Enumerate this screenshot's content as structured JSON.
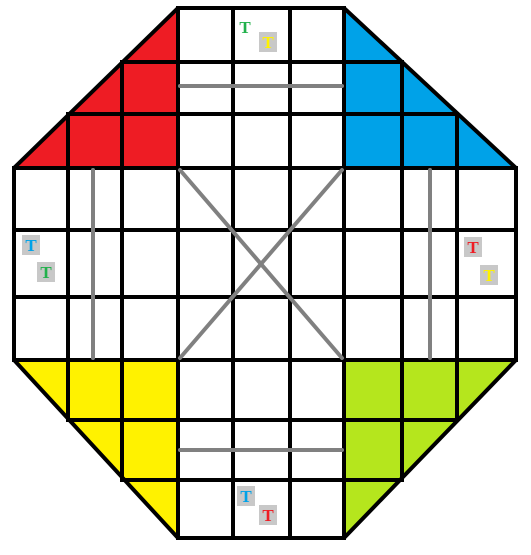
{
  "board": {
    "background": "#ffffff",
    "line_color": "#000000",
    "guide_color": "#808080",
    "token_bg": "#c8c8c8",
    "colors": {
      "red": "#ee1c24",
      "blue": "#00a2e8",
      "yellow": "#fff200",
      "green": "#b5e61d"
    },
    "corners": [
      {
        "name": "red-corner",
        "color": "red"
      },
      {
        "name": "blue-corner",
        "color": "blue"
      },
      {
        "name": "yellow-corner",
        "color": "yellow"
      },
      {
        "name": "green-corner",
        "color": "green"
      }
    ]
  },
  "tokens": {
    "top": [
      {
        "label": "T",
        "color": "#22b14c",
        "bg": false
      },
      {
        "label": "T",
        "color": "#fff200",
        "bg": true
      }
    ],
    "left": [
      {
        "label": "T",
        "color": "#00a2e8",
        "bg": true
      },
      {
        "label": "T",
        "color": "#22b14c",
        "bg": true
      }
    ],
    "right": [
      {
        "label": "T",
        "color": "#ee1c24",
        "bg": true
      },
      {
        "label": "T",
        "color": "#fff200",
        "bg": true
      }
    ],
    "bottom": [
      {
        "label": "T",
        "color": "#00a2e8",
        "bg": true
      },
      {
        "label": "T",
        "color": "#ee1c24",
        "bg": true
      }
    ]
  }
}
